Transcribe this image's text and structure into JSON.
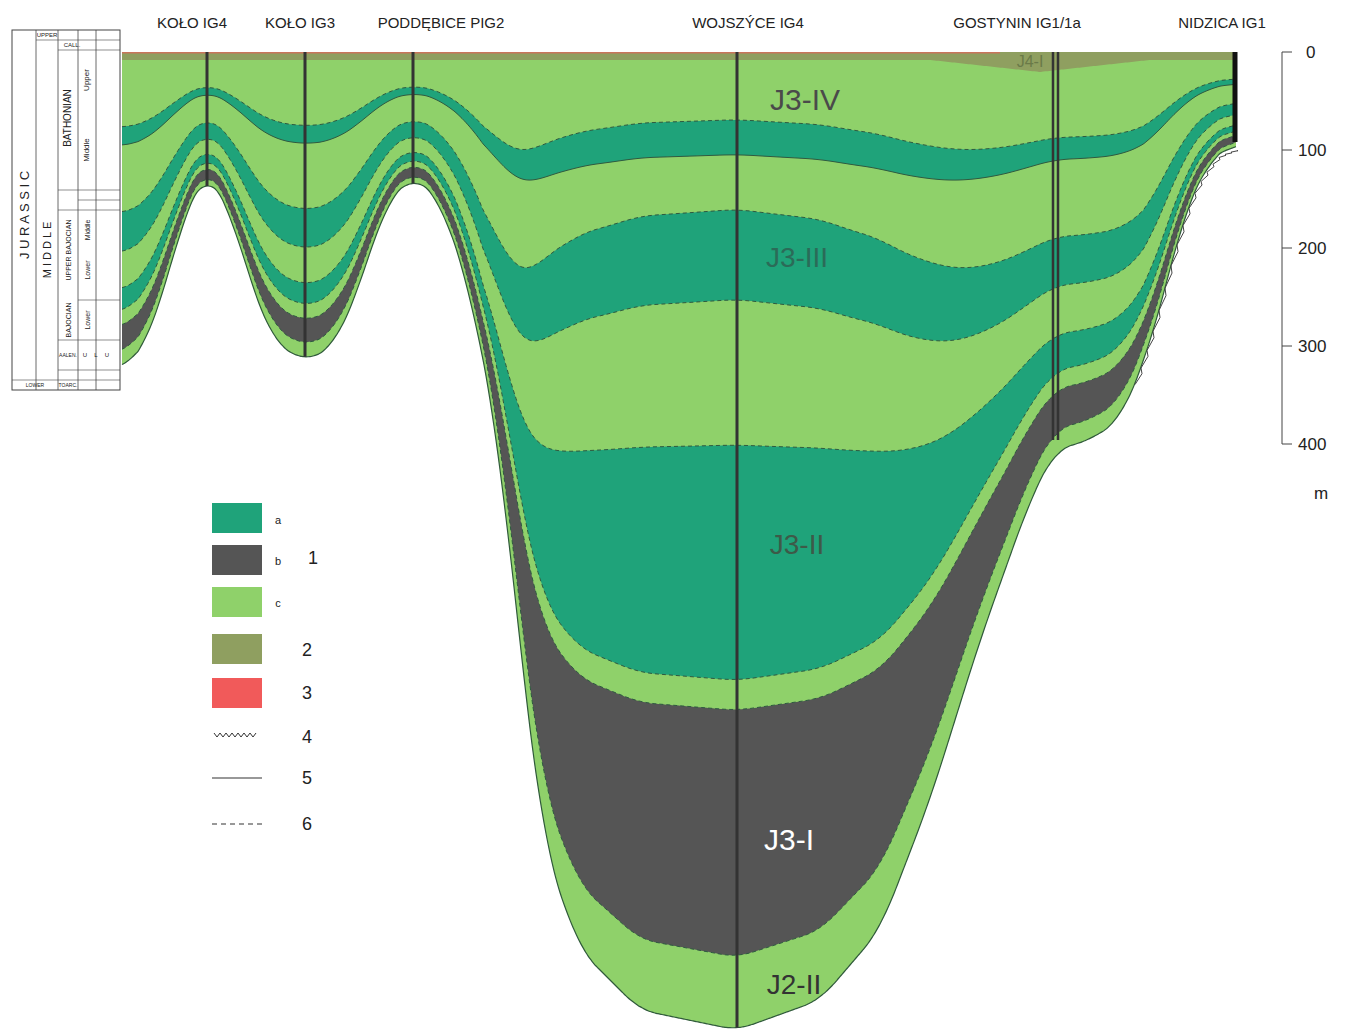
{
  "diagram": {
    "labels": [
      "KOŁO IG4",
      "KOŁO IG3",
      "PODDĘBICE PIG2",
      "WOJSZÝCE IG4",
      "GOSTYNIN IG1/1a",
      "NIDZICA IG1",
      "0",
      "100",
      "200",
      "300",
      "400",
      "m",
      "J3-IV",
      "J3-III",
      "J3-II",
      "J3-I",
      "J2-II",
      "J4-I",
      "1",
      "J U R A S S I C",
      "M I D D L E",
      "UPPER",
      "CALL.",
      "BATHONIAN",
      "Upper",
      "Middle",
      "UPPER BAJOCIAN",
      "Middle",
      "Lower",
      "BAJOCIAN",
      "Lower",
      "AALEN.",
      "U",
      "L",
      "U",
      "LOWER",
      "TOARC."
    ],
    "legend": [
      {
        "text": "a",
        "color": "#1fa37a"
      },
      {
        "text": "b",
        "color": "#555555"
      },
      {
        "text": "c",
        "color": "#8fd16a"
      },
      {
        "text": "2",
        "color": "#8f9f60"
      },
      {
        "text": "3",
        "color": "#f15a5a"
      },
      {
        "text": "4"
      },
      {
        "text": "5"
      },
      {
        "text": "6"
      }
    ]
  }
}
